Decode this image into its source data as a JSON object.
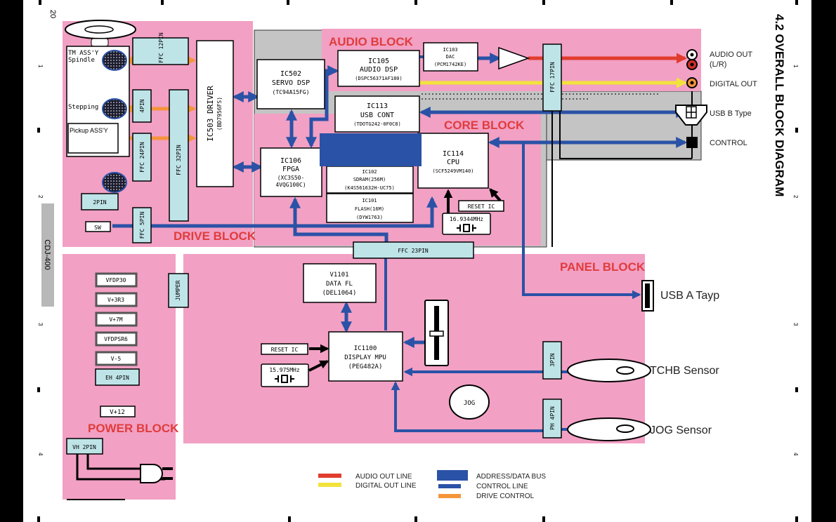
{
  "title": "4.2 OVERALL BLOCK DIAGRAM",
  "model_tab": "CDJ-400",
  "page_number": "20",
  "margin_numbers": [
    "1",
    "2",
    "3",
    "4"
  ],
  "colors": {
    "block_fill": "#f2a0c4",
    "connector_fill": "#bfe4e8",
    "gray_area": "#c4c4c4",
    "audio_out_line": "#e03c2e",
    "digital_out_line": "#f2e23c",
    "address_data_bus": "#2a52a6",
    "control_line": "#2a52a6",
    "drive_control": "#f5953a",
    "block_label": "#e03c3c"
  },
  "blocks": {
    "drive": "DRIVE BLOCK",
    "audio": "AUDIO BLOCK",
    "core": "CORE BLOCK",
    "panel": "PANEL BLOCK",
    "power": "POWER BLOCK"
  },
  "drive": {
    "tm_assy": "TM ASS'Y",
    "spindle": "Spindle",
    "stepping": "Stepping",
    "pickup": "Pickup ASS'Y",
    "ffc_12pin": "FFC 12PIN",
    "pin4": "4PIN",
    "ffc_24pin": "FFC 24PIN",
    "ffc_32pin": "FFC 32PIN",
    "pin2": "2PIN",
    "sw": "SW",
    "ffc_5pin": "FFC 5PIN",
    "ic503": {
      "name": "IC503 DRIVER",
      "part": "(BD7956FS)"
    }
  },
  "ics": {
    "ic502": {
      "ref": "IC502",
      "func": "SERVO DSP",
      "part": "(TC94A15FG)"
    },
    "ic105": {
      "ref": "IC105",
      "func": "AUDIO DSP",
      "part": "(DSPC56371AF180)"
    },
    "ic103": {
      "ref": "IC103",
      "func": "DAC",
      "part": "(PCM1742KE)"
    },
    "ic113": {
      "ref": "IC113",
      "func": "USB CONT",
      "part": "(TDOTG242-0F0C8)"
    },
    "ic106": {
      "ref": "IC106",
      "func": "FPGA",
      "part": "(XC3S50-",
      "part2": "4VQG100C)"
    },
    "ic102": {
      "ref": "IC102",
      "func": "SDRAM(256M)",
      "part": "(K4S561632H-UC75)"
    },
    "ic101": {
      "ref": "IC101",
      "func": "FLASH(16M)",
      "part": "(DYW1763)"
    },
    "ic114": {
      "ref": "IC114",
      "func": "CPU",
      "part": "(SCF5249VM140)"
    },
    "v1101": {
      "ref": "V1101",
      "func": "DATA FL",
      "part": "(DEL1064)"
    },
    "ic1100": {
      "ref": "IC1100",
      "func": "DISPLAY MPU",
      "part": "(PEG482A)"
    }
  },
  "core": {
    "reset_ic": "RESET IC",
    "crystal": "16.9344MHz",
    "ffc_17pin": "FFC 17PIN",
    "ffc_23pin": "FFC 23PIN"
  },
  "panel": {
    "reset_ic": "RESET IC",
    "crystal": "15.975MHz",
    "jog": "JOG",
    "pin3": "3PIN",
    "ph_4pin": "PH 4PIN"
  },
  "power": {
    "rails": [
      "VFDP30",
      "V+3R3",
      "V+7M",
      "VFDPSR6",
      "V-5"
    ],
    "eh_4pin": "EH 4PIN",
    "v12": "V+12",
    "vh_2pin": "VH 2PIN",
    "jumper": "JUMPER"
  },
  "outputs": {
    "audio_out": "AUDIO OUT",
    "audio_out_lr": "(L/R)",
    "digital_out": "DIGITAL OUT",
    "usb_b": "USB B Type",
    "control": "CONTROL",
    "usb_a": "USB A Tayp",
    "tchb": "TCHB Sensor",
    "jog_sensor": "JOG Sensor"
  },
  "legend": {
    "audio_out_line": "AUDIO OUT LINE",
    "digital_out_line": "DIGITAL OUT LINE",
    "address_data_bus": "ADDRESS/DATA BUS",
    "control_line": "CONTROL LINE",
    "drive_control": "DRIVE CONTROL"
  }
}
